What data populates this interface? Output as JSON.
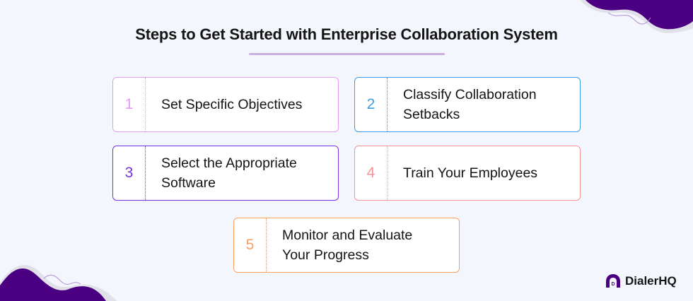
{
  "title": "Steps to Get Started with Enterprise Collaboration System",
  "steps": [
    {
      "number": "1",
      "label": "Set Specific Objectives",
      "color": "#e59af3"
    },
    {
      "number": "2",
      "label": "Classify Collaboration Setbacks",
      "color": "#3d9fe0"
    },
    {
      "number": "3",
      "label": "Select the Appropriate Software",
      "color": "#7433e8"
    },
    {
      "number": "4",
      "label": "Train Your Employees",
      "color": "#f29597"
    },
    {
      "number": "5",
      "label": "Monitor and Evaluate Your Progress",
      "color": "#f6a068"
    }
  ],
  "brand": {
    "name": "DialerHQ",
    "color": "#4b0082"
  }
}
